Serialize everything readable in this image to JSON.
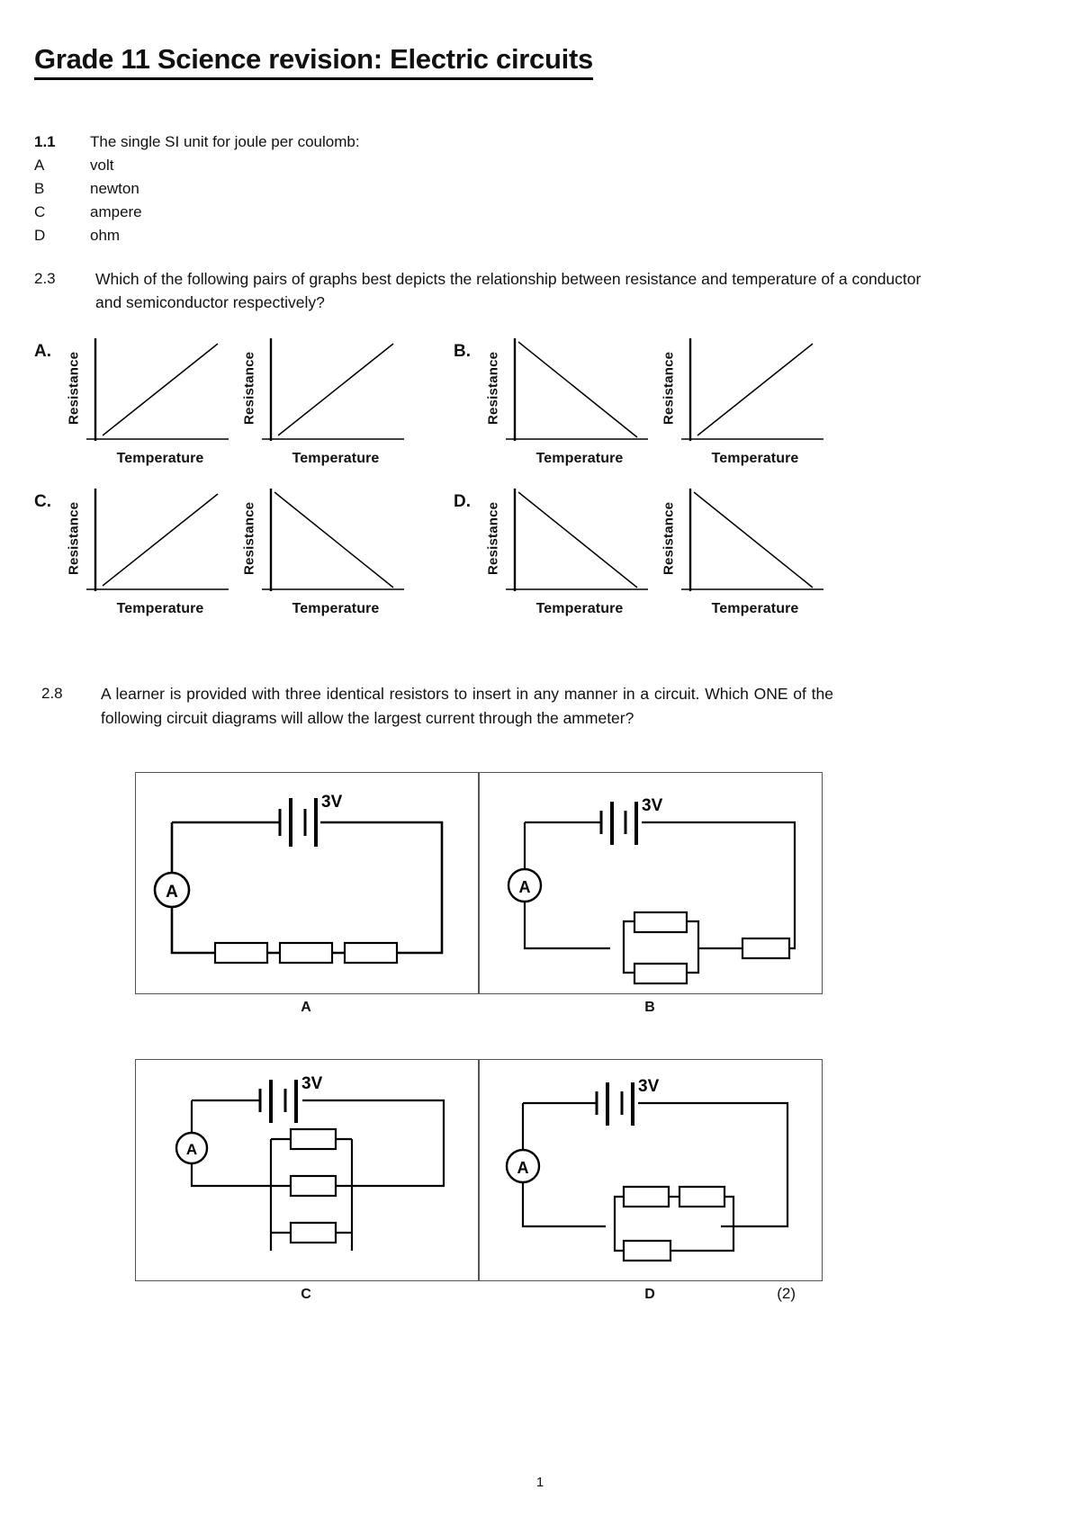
{
  "document": {
    "title": "Grade 11 Science revision: Electric circuits",
    "page_number": "1"
  },
  "questions": [
    {
      "number": "1.1",
      "text": "The single SI unit for joule per coulomb:",
      "options": [
        {
          "letter": "A",
          "text": "volt"
        },
        {
          "letter": "B",
          "text": "newton"
        },
        {
          "letter": "C",
          "text": "ampere"
        },
        {
          "letter": "D",
          "text": "ohm"
        }
      ]
    },
    {
      "number": "2.3",
      "text": "Which of the following pairs of graphs best depicts the relationship between resistance and temperature of a conductor and semiconductor respectively?",
      "graph_options": [
        {
          "letter": "A.",
          "graphs": [
            {
              "trend": "increasing"
            },
            {
              "trend": "increasing"
            }
          ]
        },
        {
          "letter": "B.",
          "graphs": [
            {
              "trend": "decreasing"
            },
            {
              "trend": "increasing"
            }
          ]
        },
        {
          "letter": "C.",
          "graphs": [
            {
              "trend": "increasing"
            },
            {
              "trend": "decreasing"
            }
          ]
        },
        {
          "letter": "D.",
          "graphs": [
            {
              "trend": "decreasing"
            },
            {
              "trend": "decreasing"
            }
          ]
        }
      ],
      "axis_labels": {
        "y": "Resistance",
        "x": "Temperature"
      }
    },
    {
      "number": "2.8",
      "text": "A learner is provided with three identical resistors to insert in any manner in a circuit.  Which ONE of the following circuit diagrams will allow the largest current through the ammeter?",
      "marks": "(2)",
      "circuits": [
        {
          "label": "A",
          "battery": "3V",
          "ammeter": "A",
          "arrangement": "three-in-series"
        },
        {
          "label": "B",
          "battery": "3V",
          "ammeter": "A",
          "arrangement": "two-parallel-plus-one-series"
        },
        {
          "label": "C",
          "battery": "3V",
          "ammeter": "A",
          "arrangement": "three-in-parallel"
        },
        {
          "label": "D",
          "battery": "3V",
          "ammeter": "A",
          "arrangement": "two-series-parallel-with-one"
        }
      ]
    }
  ]
}
